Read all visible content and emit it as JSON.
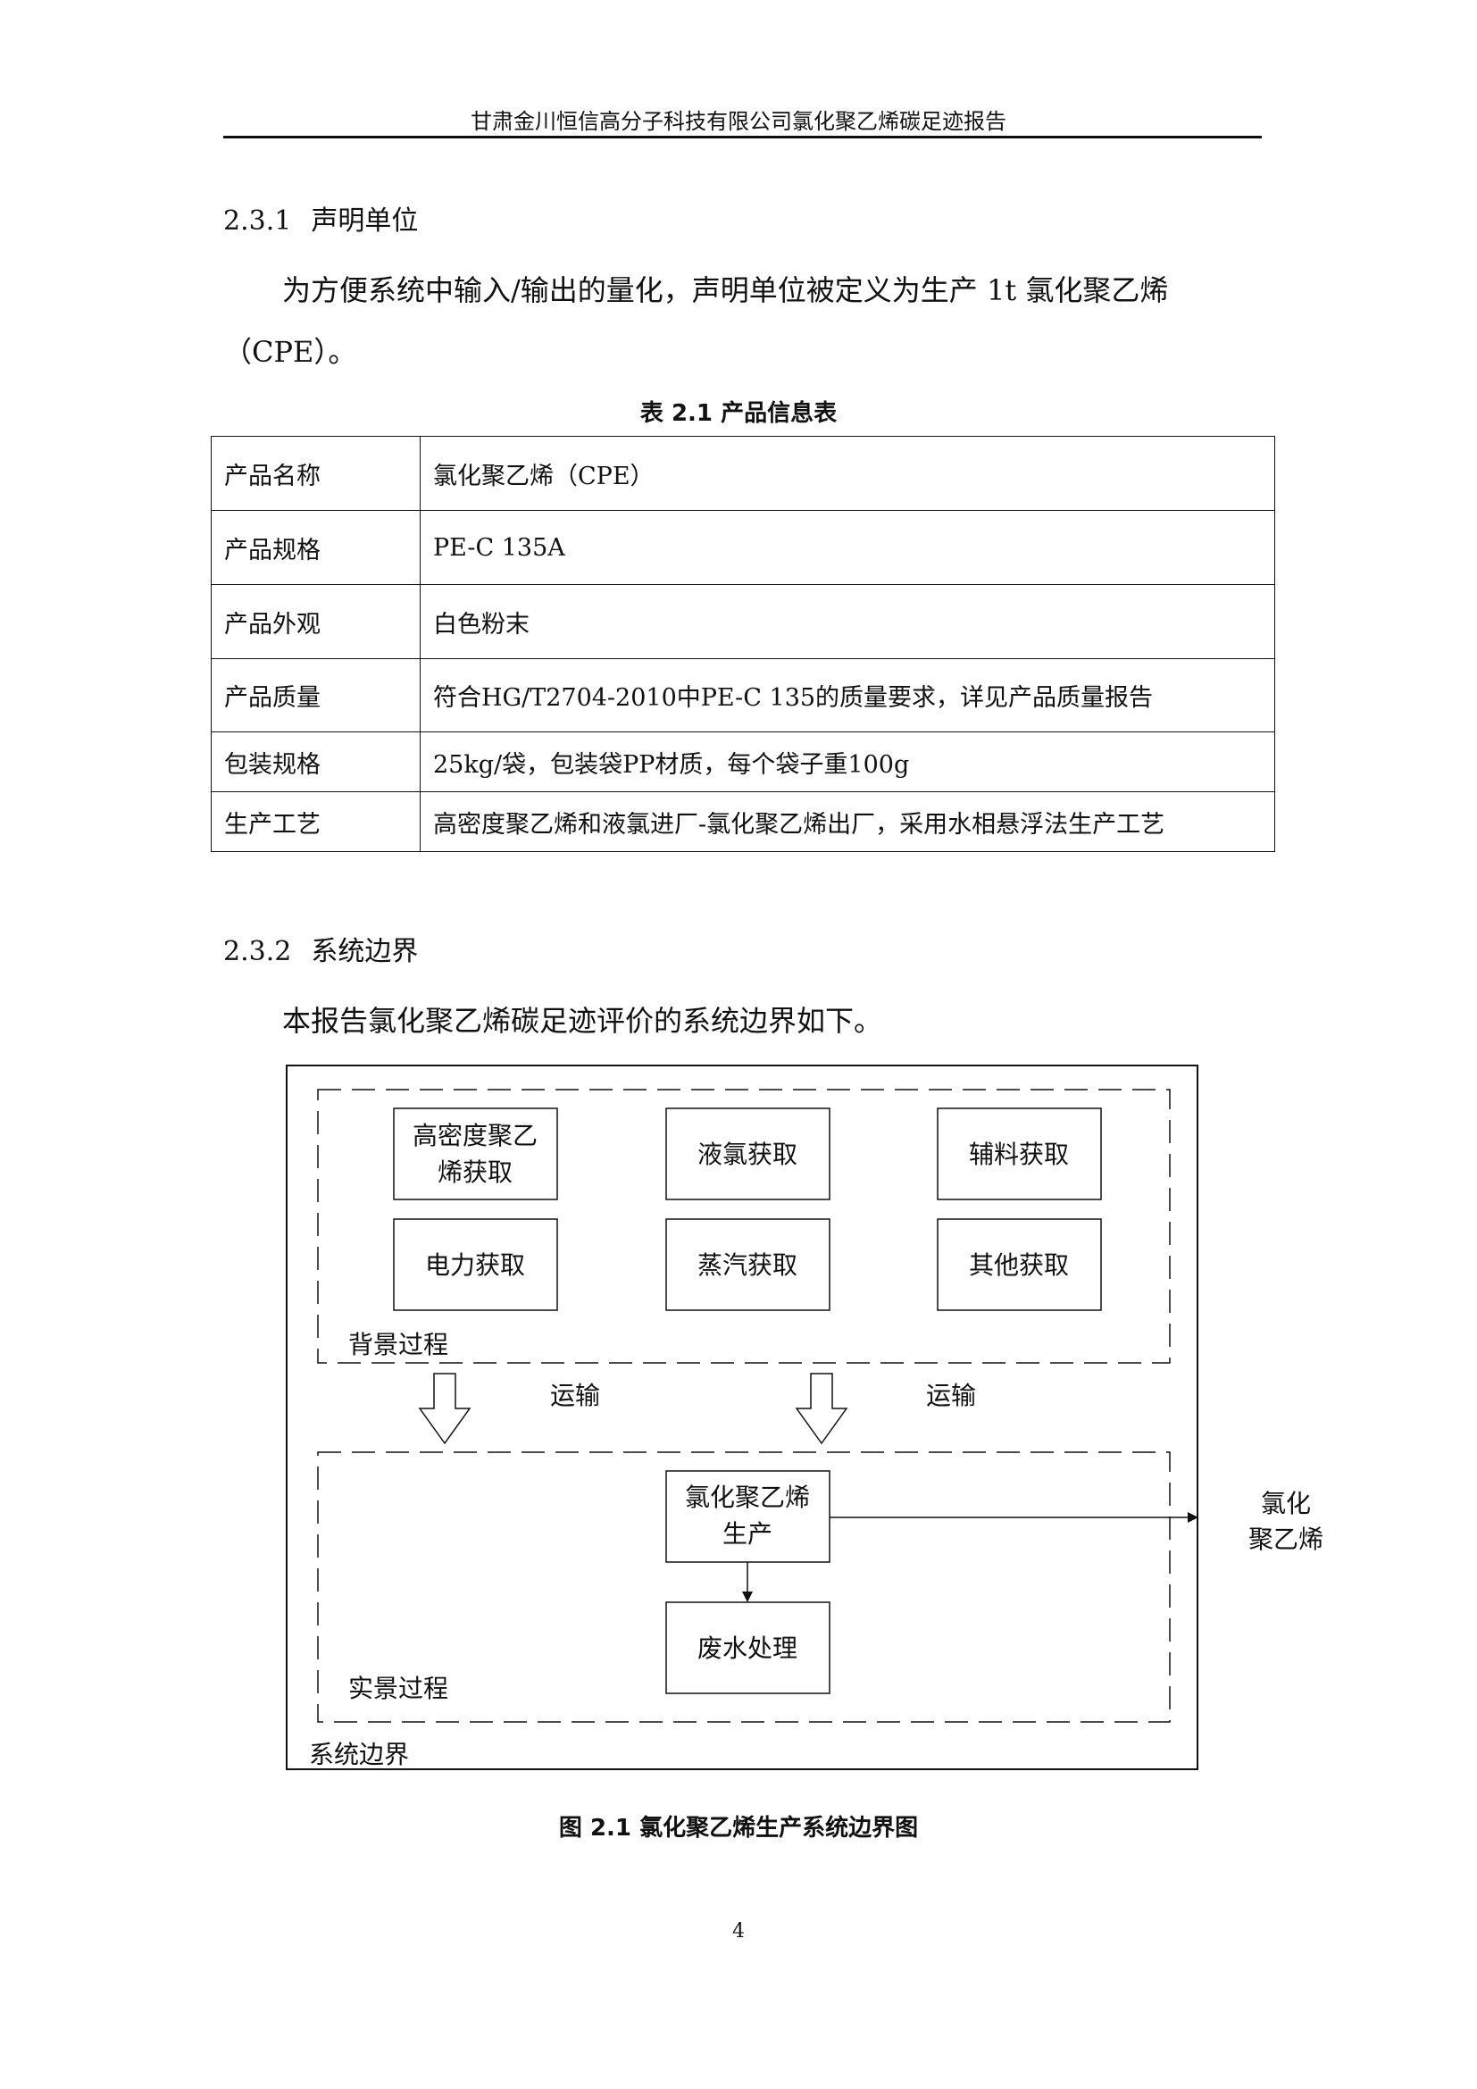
{
  "header": {
    "title": "甘肃金川恒信高分子科技有限公司氯化聚乙烯碳足迹报告"
  },
  "section_231": {
    "number": "2.3.1",
    "title": "声明单位",
    "para_line1": "为方便系统中输入/输出的量化，声明单位被定义为生产 1t 氯化聚乙烯",
    "para_line2": "（CPE）。"
  },
  "table": {
    "caption": "表 2.1  产品信息表",
    "rows": [
      {
        "key": "产品名称",
        "value": "氯化聚乙烯（CPE）"
      },
      {
        "key": "产品规格",
        "value": "PE-C 135A"
      },
      {
        "key": "产品外观",
        "value": "白色粉末"
      },
      {
        "key": "产品质量",
        "value": "符合HG/T2704-2010中PE-C 135的质量要求，详见产品质量报告"
      },
      {
        "key": "包装规格",
        "value": "25kg/袋，包装袋PP材质，每个袋子重100g"
      },
      {
        "key": "生产工艺",
        "value": "高密度聚乙烯和液氯进厂-氯化聚乙烯出厂，采用水相悬浮法生产工艺"
      }
    ]
  },
  "section_232": {
    "number": "2.3.2",
    "title": "系统边界",
    "para": "本报告氯化聚乙烯碳足迹评价的系统边界如下。"
  },
  "diagram": {
    "background_boxes": [
      [
        "高密度聚乙",
        "烯获取"
      ],
      [
        "液氯获取"
      ],
      [
        "辅料获取"
      ],
      [
        "电力获取"
      ],
      [
        "蒸汽获取"
      ],
      [
        "其他获取"
      ]
    ],
    "background_label": "背景过程",
    "transport_label_left": "运输",
    "transport_label_right": "运输",
    "production_box": [
      "氯化聚乙烯",
      "生产"
    ],
    "wastewater_box": "废水处理",
    "foreground_label": "实景过程",
    "boundary_label": "系统边界",
    "output_label": [
      "氯化",
      "聚乙烯"
    ],
    "caption": "图 2.1  氯化聚乙烯生产系统边界图"
  },
  "footer": {
    "page_number": "4"
  }
}
